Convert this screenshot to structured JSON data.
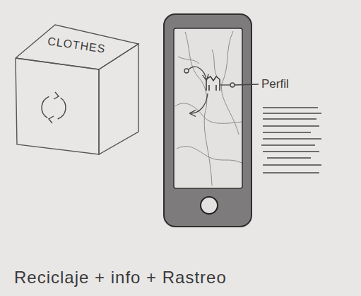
{
  "diagram": {
    "caption": "Reciclaje + info + Rastreo",
    "nodes": [
      {
        "text": [
          "CLOTHES"
        ]
      }
    ],
    "labels": [
      "Perfil"
    ]
  }
}
